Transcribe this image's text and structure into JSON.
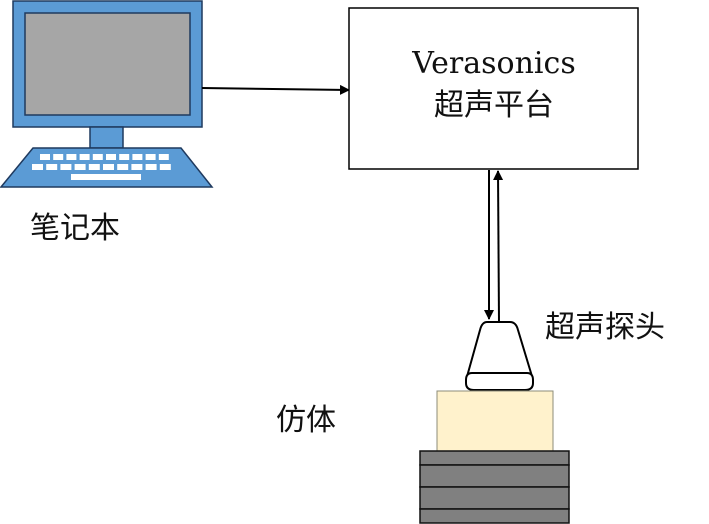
{
  "nodes": {
    "laptop": {
      "label": "笔记本",
      "icon": "laptop-icon",
      "colors": {
        "body": "#5b9bd5",
        "screen": "#a6a6a6",
        "keys": "#ffffff",
        "outline": "#1f3a5f"
      }
    },
    "platform": {
      "title": "Verasonics",
      "subtitle": "超声平台"
    },
    "probe": {
      "label": "超声探头",
      "icon": "ultrasound-probe-icon"
    },
    "phantom": {
      "label": "仿体",
      "colors": {
        "phantom_fill": "#fff2cc",
        "stand_fill": "#808080"
      }
    }
  },
  "edges": [
    {
      "from": "laptop",
      "to": "platform",
      "direction": "one-way"
    },
    {
      "from": "platform",
      "to": "probe",
      "direction": "down"
    },
    {
      "from": "probe",
      "to": "platform",
      "direction": "up"
    }
  ]
}
